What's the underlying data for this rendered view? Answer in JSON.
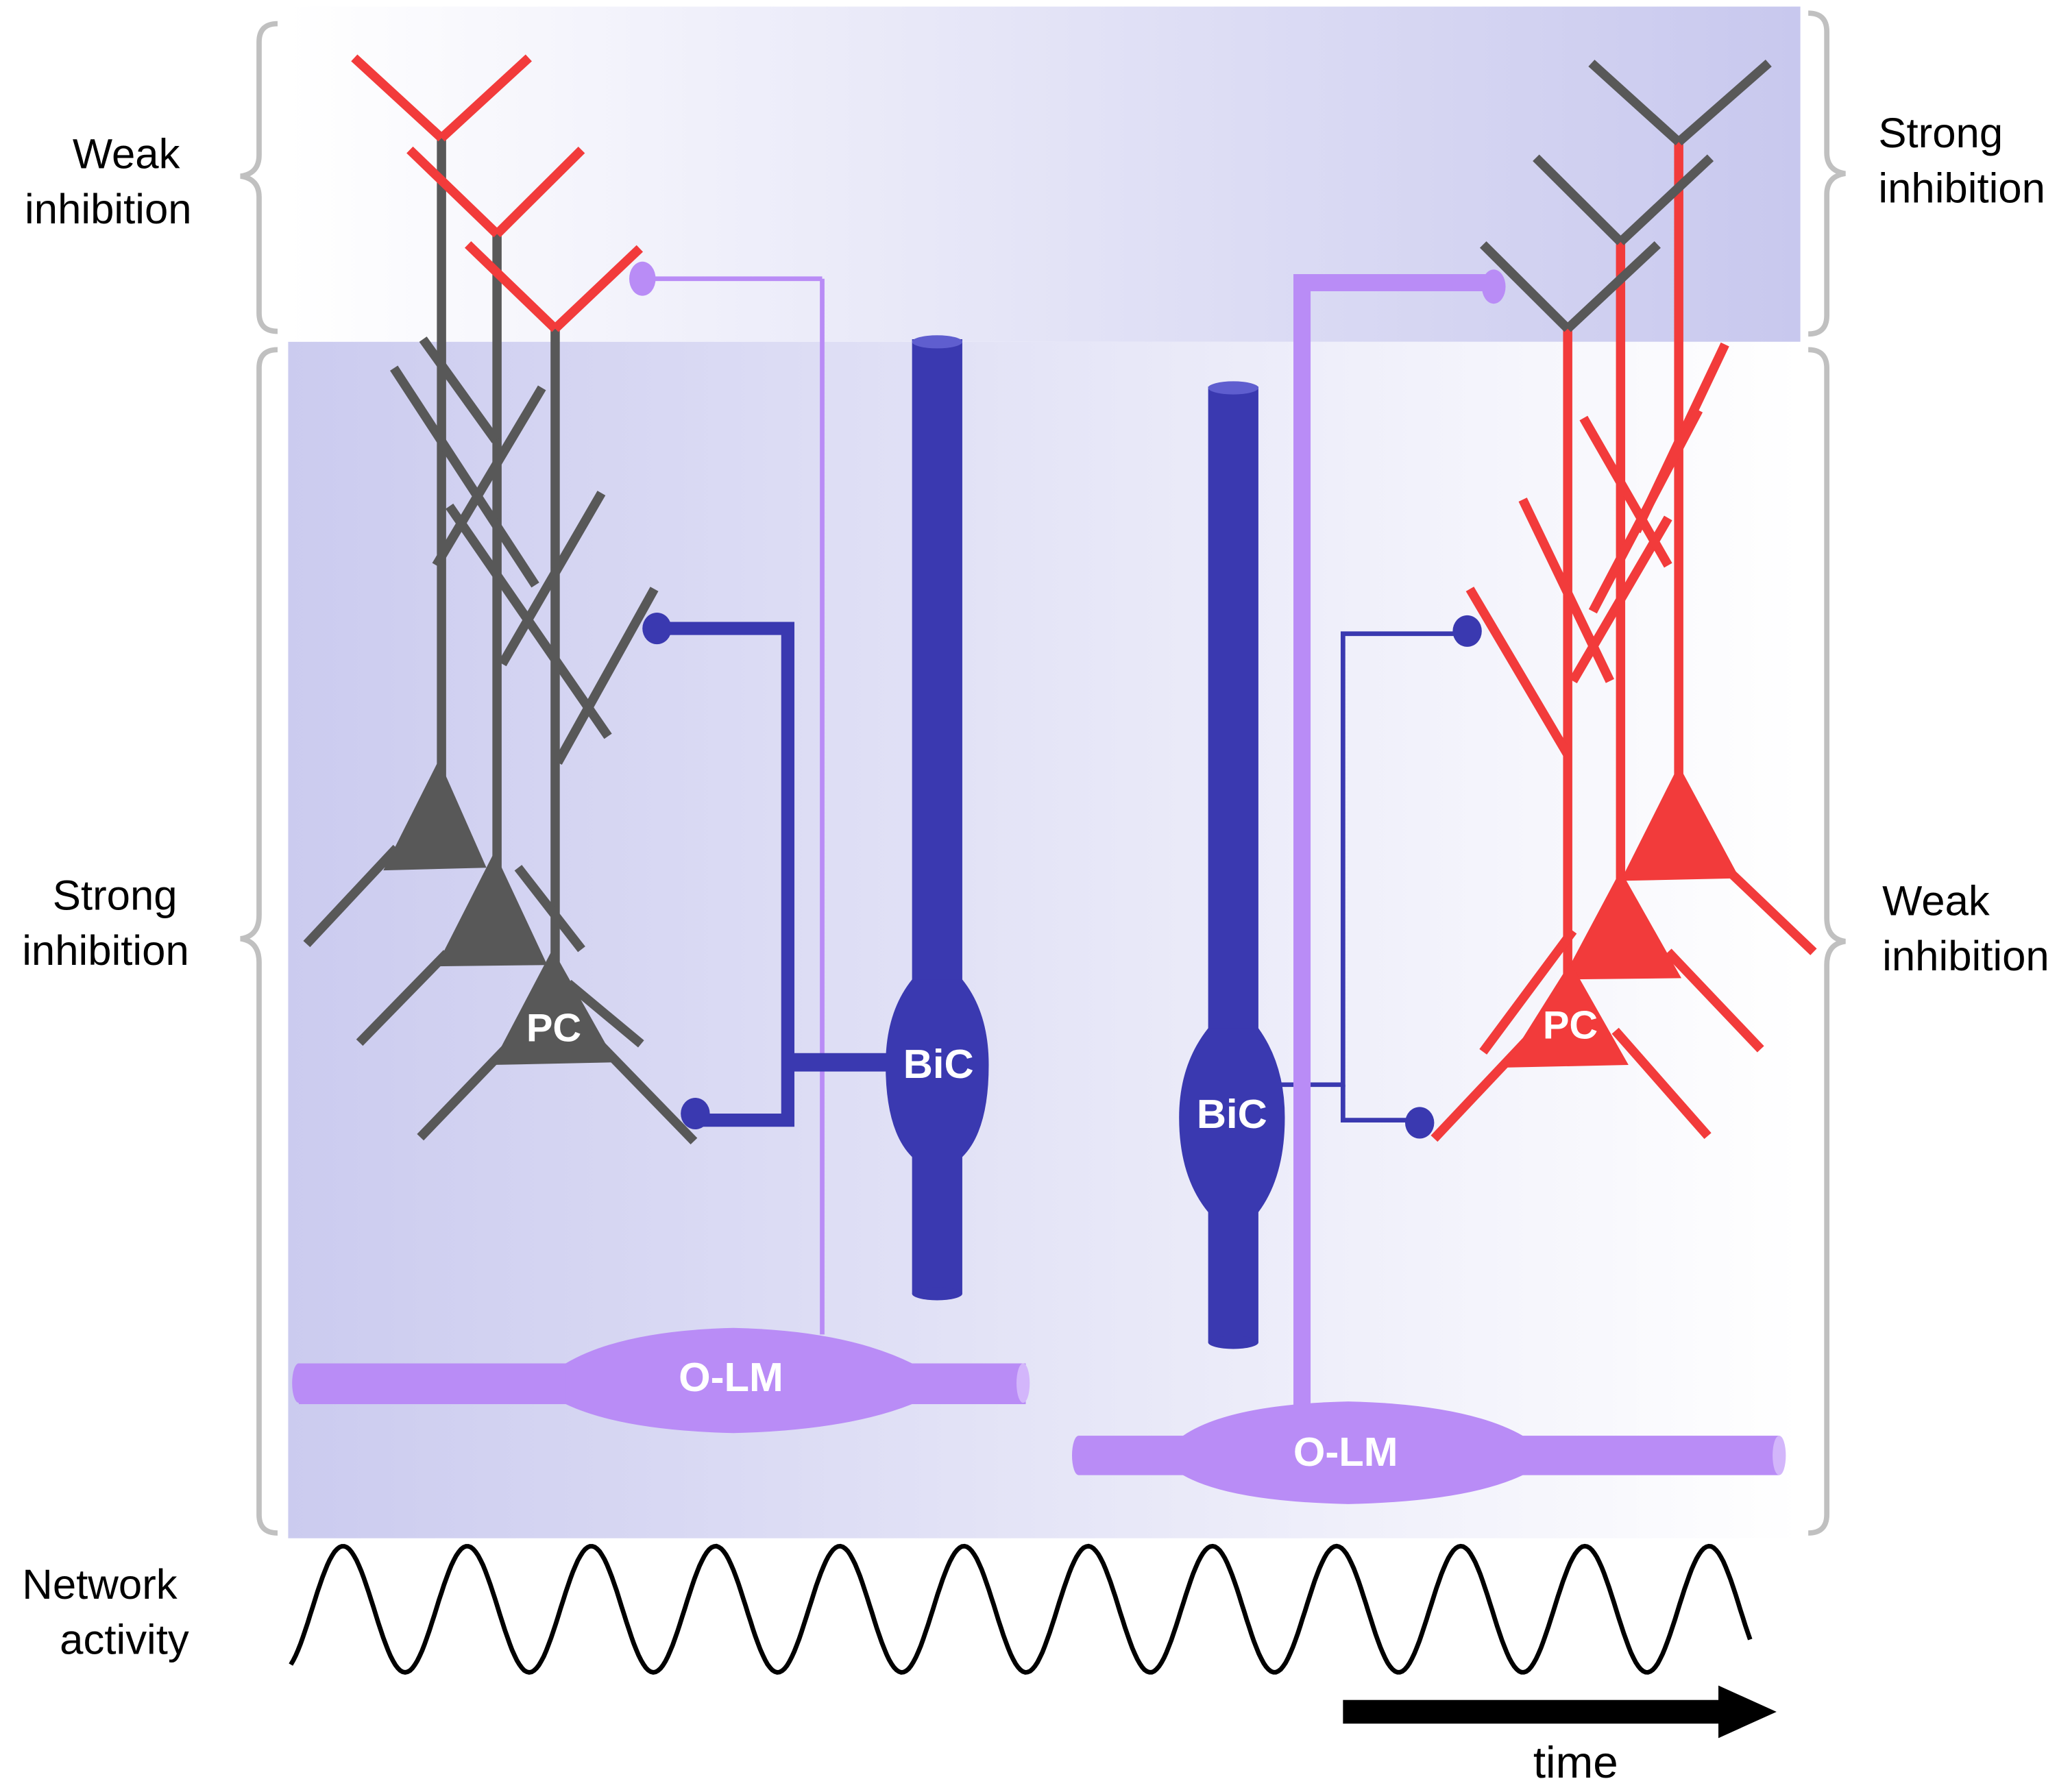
{
  "labels": {
    "top_left": [
      "Weak",
      "inhibition"
    ],
    "mid_left": [
      "Strong",
      "inhibition"
    ],
    "top_right": [
      "Strong",
      "inhibition"
    ],
    "mid_right": [
      "Weak",
      "inhibition"
    ],
    "network": [
      "Network",
      "activity"
    ],
    "time": "time"
  },
  "cells": {
    "pc_left": "PC",
    "pc_right": "PC",
    "bic_left": "BiC",
    "bic_right": "BiC",
    "olm_left": "O-LM",
    "olm_right": "O-LM"
  },
  "colors": {
    "pc_inactive": "#585858",
    "pc_active": "#f23b3b",
    "bic": "#3a39b0",
    "olm": "#b98cf6",
    "shade": "#c9c9ee",
    "brace": "#c0c0c0"
  }
}
